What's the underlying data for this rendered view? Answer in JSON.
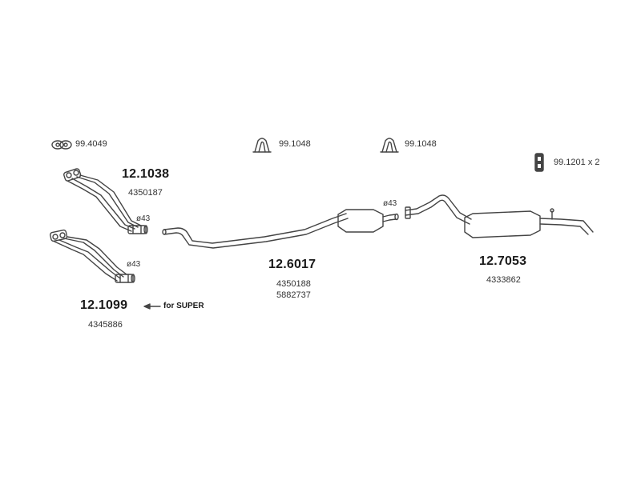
{
  "accessories": [
    {
      "code": "99.4049",
      "icon": "gasket-ring-icon"
    },
    {
      "code": "99.1048",
      "icon": "u-clamp-icon"
    },
    {
      "code": "99.1048",
      "icon": "u-clamp-icon"
    },
    {
      "code": "99.1201 x 2",
      "icon": "rubber-hanger-icon"
    }
  ],
  "parts": {
    "front_pipe_a": {
      "code": "12.1038",
      "oe": [
        "4350187"
      ],
      "diameter": "ø43"
    },
    "front_pipe_b": {
      "code": "12.1099",
      "oe": [
        "4345886"
      ],
      "diameter": "ø43",
      "note": "for SUPER"
    },
    "middle_section": {
      "code": "12.6017",
      "oe": [
        "4350188",
        "5882737"
      ],
      "diameter": "ø43"
    },
    "rear_silencer": {
      "code": "12.7053",
      "oe": [
        "4333862"
      ]
    }
  },
  "colors": {
    "line": "#444444",
    "fill": "#ffffff",
    "text": "#1a1a1a"
  }
}
